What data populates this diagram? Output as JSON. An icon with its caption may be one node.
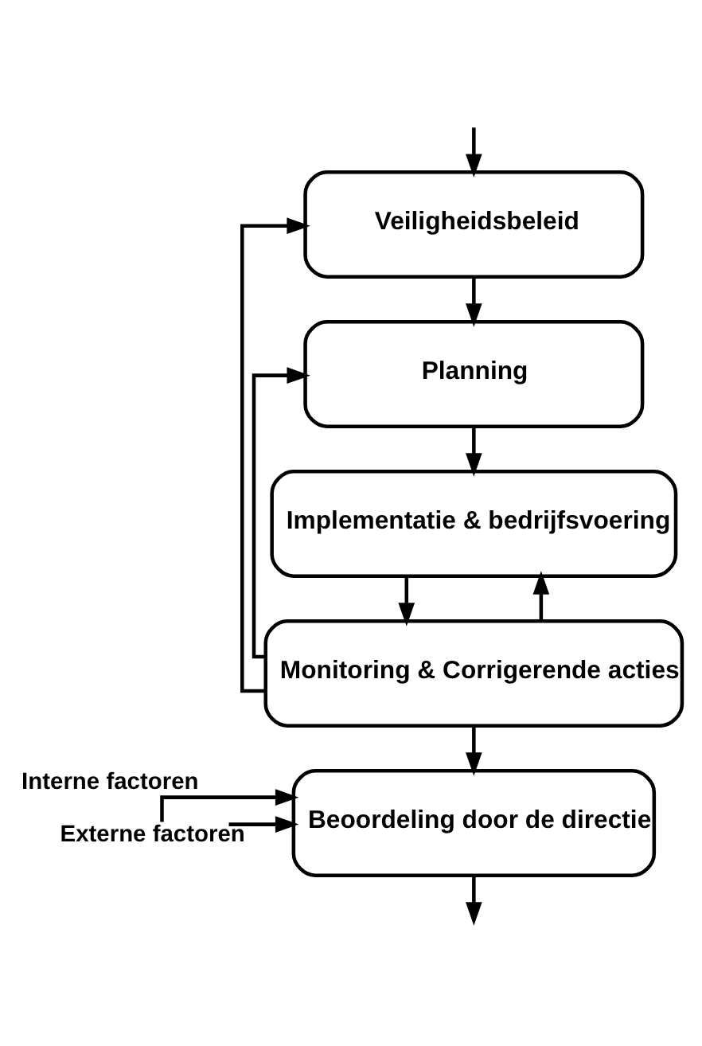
{
  "diagram": {
    "nodes": [
      {
        "text": [
          "Veiligheidsbeleid"
        ]
      },
      {
        "text": [
          "Planning"
        ]
      },
      {
        "text": [
          "Implementatie & bedrijfsvoering"
        ]
      },
      {
        "text": [
          "Monitoring & Corrigerende acties"
        ]
      },
      {
        "text": [
          "Beoordeling door de directie"
        ]
      }
    ],
    "edges": [
      {
        "from": 0,
        "to": 1,
        "arrow": "to"
      },
      {
        "from": 1,
        "to": 2,
        "arrow": "to"
      },
      {
        "from": 2,
        "to": 3,
        "arrow": "to"
      },
      {
        "from": 3,
        "to": 4,
        "arrow": "to"
      },
      {
        "from": 3,
        "to": 0,
        "arrow": "to"
      },
      {
        "from": 3,
        "to": 1,
        "arrow": "to"
      },
      {
        "from": 3,
        "to": 2,
        "arrow": "to"
      },
      {
        "from": null,
        "to": 4,
        "arrow": "to",
        "label": "Interne factoren"
      },
      {
        "from": null,
        "to": 4,
        "arrow": "to",
        "label": "Externe factoren"
      },
      {
        "from": 4,
        "to": null,
        "arrow": "to"
      },
      {
        "from": null,
        "to": 0,
        "arrow": "to"
      }
    ]
  }
}
